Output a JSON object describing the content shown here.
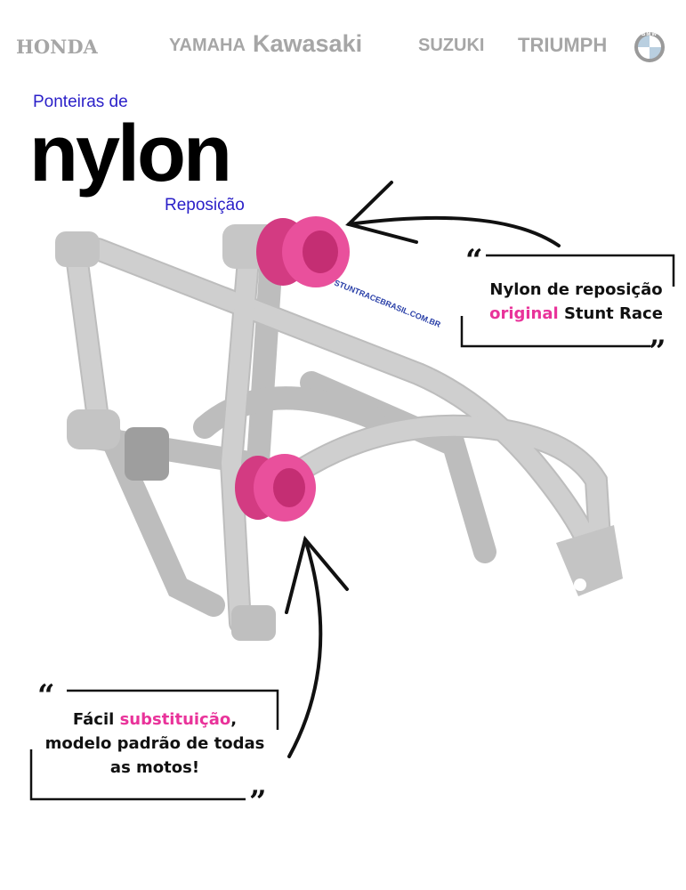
{
  "brands": [
    "HONDA",
    "YAMAHA",
    "Kawasaki",
    "SUZUKI",
    "TRIUMPH",
    "BMW"
  ],
  "headline": {
    "top": "Ponteiras de",
    "main": "nylon",
    "bottom": "Reposição"
  },
  "callout1": {
    "line1": "Nylon de reposição",
    "highlight": "original",
    "rest": " Stunt Race"
  },
  "callout2": {
    "pre": "Fácil ",
    "highlight": "substituição",
    "post": ",",
    "line2": "modelo padrão de todas",
    "line3": "as motos!"
  },
  "product_print": "STUNTRACEBRASIL.COM.BR",
  "colors": {
    "accent": "#e9339a",
    "title_blue": "#2a1fc8",
    "frame": "#c9c9c9"
  }
}
